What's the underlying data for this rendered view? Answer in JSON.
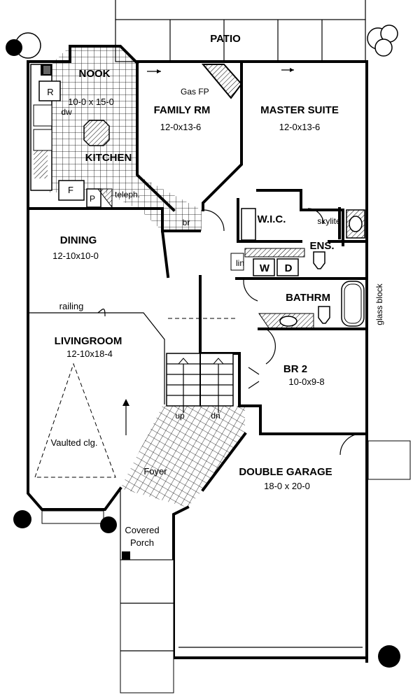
{
  "labels": {
    "patio": "PATIO",
    "nook": "NOOK",
    "nook_dim": "10-0 x 15-0",
    "kitchen": "KITCHEN",
    "family": "FAMILY RM",
    "family_dim": "12-0x13-6",
    "gas_fp": "Gas FP",
    "master": "MASTER SUITE",
    "master_dim": "12-0x13-6",
    "wic": "W.I.C.",
    "skylite": "skylite",
    "ens": "ENS.",
    "dining": "DINING",
    "dining_dim": "12-10x10-0",
    "br": "br",
    "lin": "lin",
    "w": "W",
    "d": "D",
    "bathrm": "BATHRM",
    "glass_block": "glass block",
    "railing": "railing",
    "living": "LIVINGROOM",
    "living_dim": "12-10x18-4",
    "vaulted": "Vaulted clg.",
    "br2": "BR 2",
    "br2_dim": "10-0x9-8",
    "up": "up",
    "dn": "dn",
    "foyer": "Foyer",
    "garage": "DOUBLE GARAGE",
    "garage_dim": "18-0 x 20-0",
    "covered": "Covered",
    "porch": "Porch",
    "r": "R",
    "dw": "dw",
    "f": "F",
    "p": "P",
    "teleph": "teleph."
  }
}
